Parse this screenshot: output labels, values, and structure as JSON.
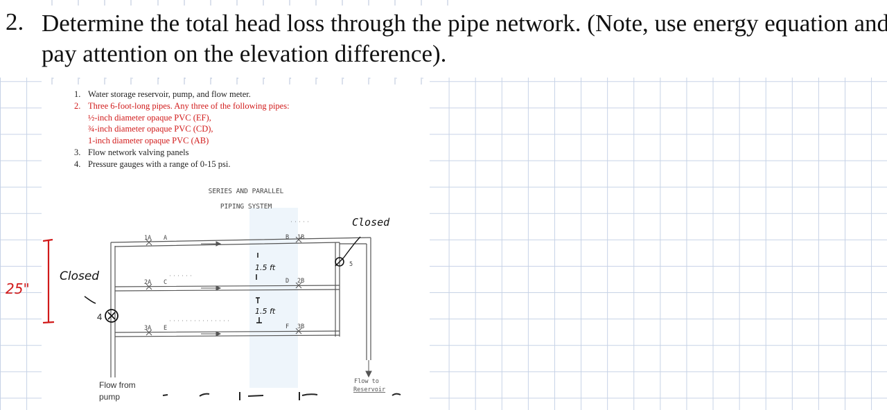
{
  "question": {
    "number": "2.",
    "line1": "Determine the total head loss through the pipe network. (Note, use energy equation and",
    "line2": "pay attention on the elevation difference)."
  },
  "equipment_list": [
    {
      "num": "1.",
      "text": "Water storage reservoir, pump, and flow meter.",
      "color": "#222222"
    },
    {
      "num": "2.",
      "text": "Three 6-foot-long pipes. Any three of the following pipes:",
      "color": "#d11a1a"
    },
    {
      "num": "",
      "text": "½-inch diameter opaque PVC (EF),",
      "color": "#d11a1a"
    },
    {
      "num": "",
      "text": "¾-inch diameter opaque PVC (CD),",
      "color": "#d11a1a"
    },
    {
      "num": "",
      "text": "1-inch diameter opaque PVC (AB)",
      "color": "#d11a1a"
    },
    {
      "num": "3.",
      "text": "Flow network valving panels",
      "color": "#222222"
    },
    {
      "num": "4.",
      "text": "Pressure gauges with a range of 0-15 psi.",
      "color": "#222222"
    }
  ],
  "diagram": {
    "title_line1": "SERIES AND PARALLEL",
    "title_line2": "PIPING SYSTEM",
    "labels": {
      "l1A": "1A",
      "lA": "A",
      "lB": "B",
      "l1B": "1B",
      "l2A": "2A",
      "lC": "C",
      "lD": "D",
      "l2B": "2B",
      "l3A": "3A",
      "lE": "E",
      "lF": "F",
      "l3B": "3B",
      "valve5": "5",
      "valve4": "4",
      "flow_from": "Flow from",
      "pump": "pump",
      "flow_to": "Flow to",
      "reservoir": "Reservoir"
    }
  },
  "annotations": {
    "closed_top": "Closed",
    "closed_left": "Closed",
    "elevation": "25\"",
    "dim1": "1.5 ft",
    "dim2": "1.5 ft",
    "red_color": "#d11a1a"
  }
}
